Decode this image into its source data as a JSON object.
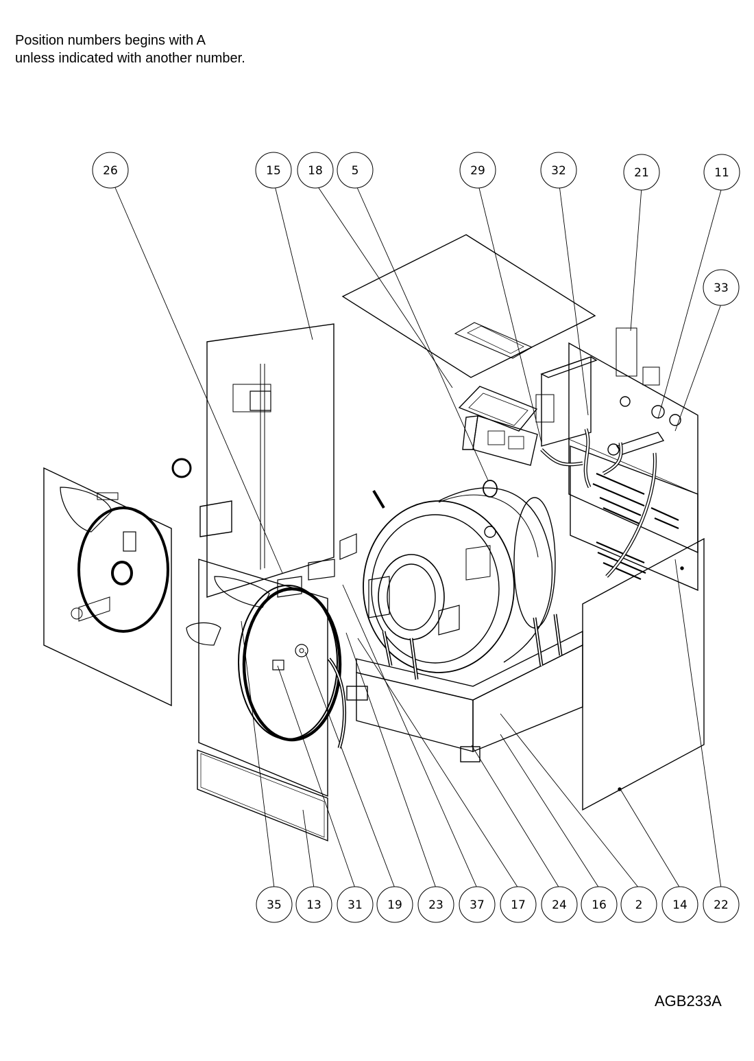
{
  "note": {
    "line1": "Position numbers begins with A",
    "line2": "unless indicated with another number."
  },
  "document_id": "AGB233A",
  "callouts_top": [
    "26",
    "15",
    "18",
    "5",
    "29",
    "32",
    "21",
    "11",
    "33"
  ],
  "callouts_bottom": [
    "35",
    "13",
    "31",
    "19",
    "23",
    "37",
    "17",
    "24",
    "16",
    "2",
    "14",
    "22"
  ]
}
